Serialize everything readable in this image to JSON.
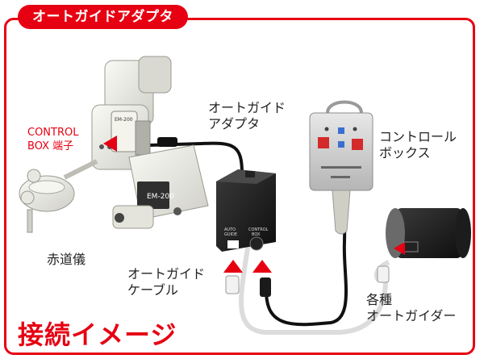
{
  "title_tab": "オートガイドアダプタ",
  "labels": {
    "autoguide_adapter": [
      "オートガイド",
      "アダプタ"
    ],
    "control_box": [
      "コントロール",
      "ボックス"
    ],
    "control_box_port": [
      "CONTROL",
      "BOX 端子"
    ],
    "mount": "赤道儀",
    "autoguide_cable": [
      "オートガイド",
      "ケーブル"
    ],
    "autoguiders": [
      "各種",
      "オートガイダー"
    ]
  },
  "device_text": {
    "mount_body": "EM-200",
    "mount_panel": "EM-200",
    "adapter_port_left": [
      "AUTO",
      "GUIDE"
    ],
    "adapter_port_right": [
      "CONTROL",
      "BOX"
    ]
  },
  "bottom_title": "接続イメージ",
  "colors": {
    "accent": "#e60012",
    "cable_black": "#111111",
    "cable_white": "#dcdcdc"
  }
}
